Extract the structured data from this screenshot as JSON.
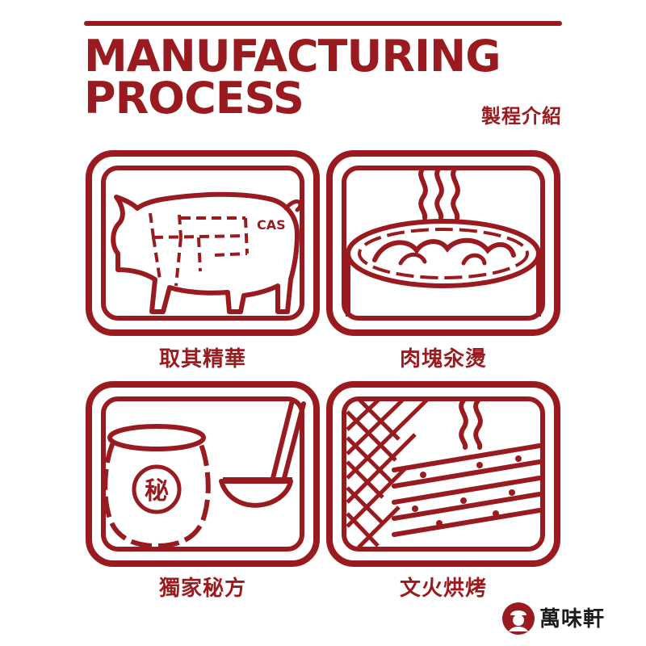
{
  "header": {
    "title_line1": "MANUFACTURING",
    "title_line2": "PROCESS",
    "subtitle": "製程介紹"
  },
  "steps": [
    {
      "caption": "取其精華",
      "icon": "pig-cuts-icon",
      "icon_label": "CAS"
    },
    {
      "caption": "肉塊汆燙",
      "icon": "boiling-pot-icon"
    },
    {
      "caption": "獨家秘方",
      "icon": "sauce-jar-icon",
      "icon_label": "秘"
    },
    {
      "caption": "文火烘烤",
      "icon": "grill-roasting-icon"
    }
  ],
  "brand": {
    "name": "萬味軒",
    "logo_icon": "chef-logo-icon"
  },
  "colors": {
    "accent": "#9a1b1f",
    "background": "#ffffff",
    "brand_text": "#1c1c1c"
  }
}
